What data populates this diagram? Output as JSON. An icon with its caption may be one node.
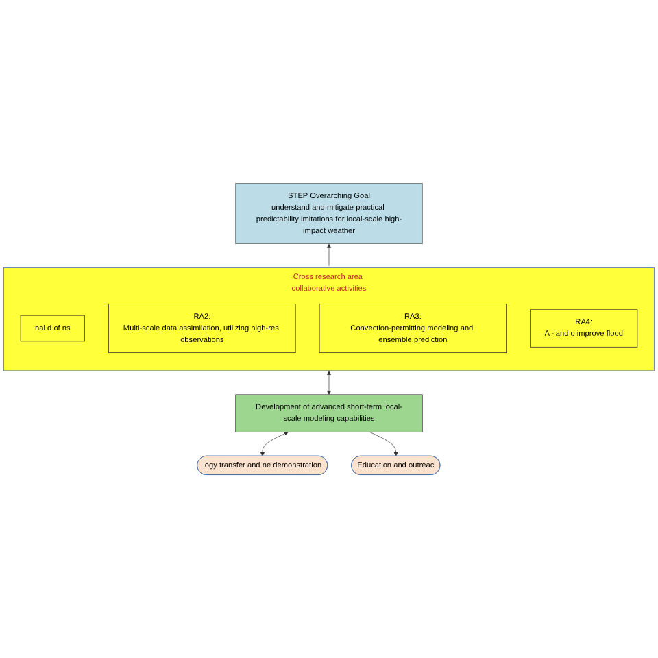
{
  "diagram": {
    "nodes": [
      {
        "text": [
          "STEP Overarching Goal",
          "understand and mitigate practical predictability imitations for local-scale high-impact weather"
        ]
      },
      {
        "text": [
          "Cross research area collaborative activities"
        ]
      },
      {
        "text": [
          "nal d of ns"
        ],
        "in": 1
      },
      {
        "text": [
          "RA2:",
          "Multi-scale data assimilation, utilizing high-res observations"
        ],
        "in": 1
      },
      {
        "text": [
          "RA3:",
          "Convection-permitting modeling and ensemble prediction"
        ],
        "in": 1
      },
      {
        "text": [
          "RA4:",
          "A -land o improve flood"
        ],
        "in": 1
      },
      {
        "text": [
          "Development of advanced short-term local-scale modeling capabilities"
        ]
      },
      {
        "text": [
          "logy transfer and ne demonstration"
        ]
      },
      {
        "text": [
          "Education and outreac"
        ]
      }
    ],
    "edges": [
      {
        "from": 1,
        "to": 0,
        "arrow": "to"
      },
      {
        "from": 1,
        "to": 6,
        "arrow": "both"
      },
      {
        "from": 6,
        "to": 7,
        "arrow": "both"
      },
      {
        "from": 6,
        "to": 8,
        "arrow": "to"
      }
    ]
  }
}
